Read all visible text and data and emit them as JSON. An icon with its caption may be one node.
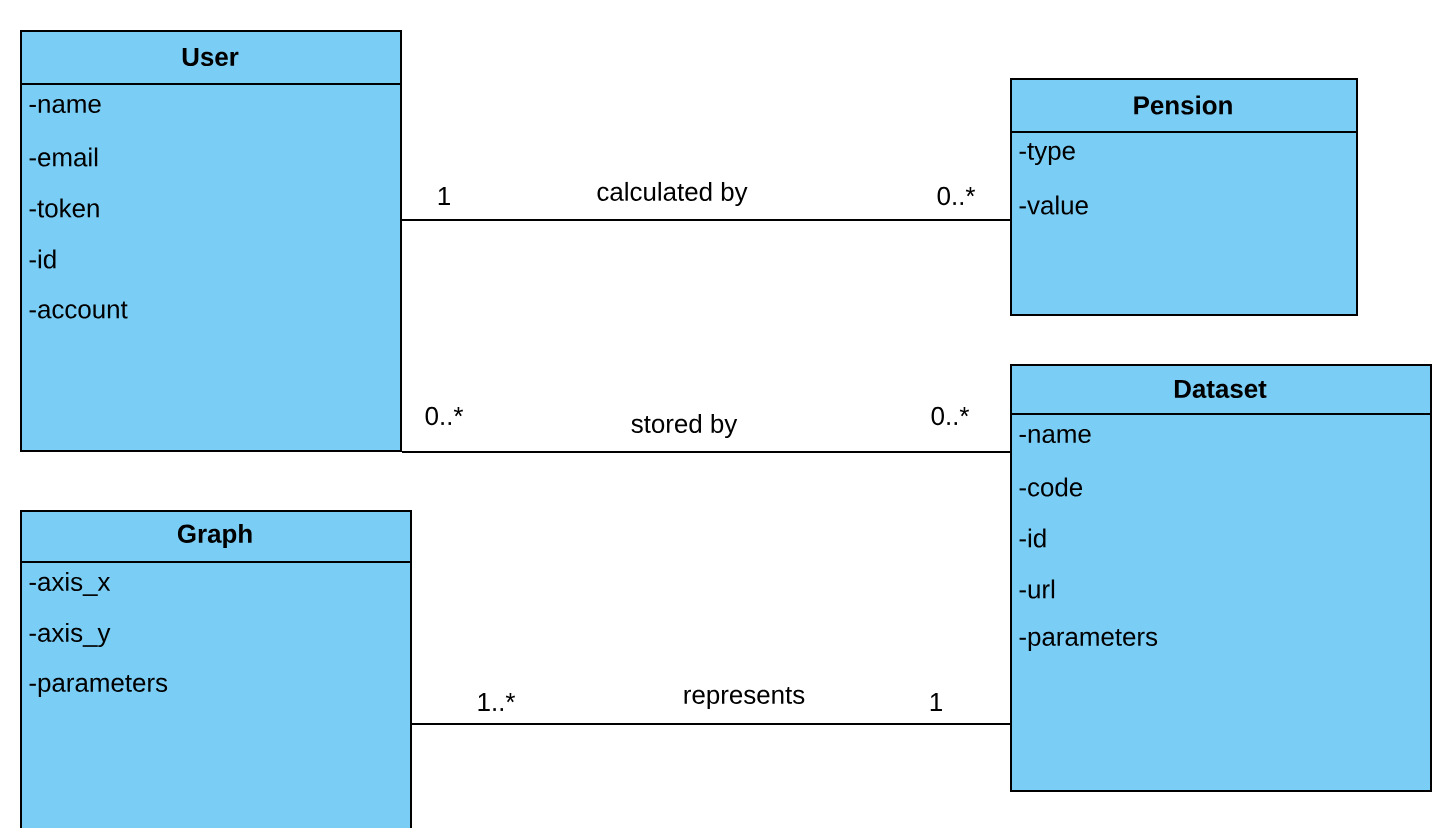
{
  "diagram": {
    "nodes": [
      {
        "text": [
          "User",
          "-name",
          "-email",
          "-token",
          "-id",
          "-account"
        ]
      },
      {
        "text": [
          "Pension",
          "-type",
          "-value"
        ]
      },
      {
        "text": [
          "Dataset",
          "-name",
          "-code",
          "-id",
          "-url",
          "-parameters"
        ]
      },
      {
        "text": [
          "Graph",
          "-axis_x",
          "-axis_y",
          "-parameters"
        ]
      }
    ],
    "edges": [
      {
        "from": 0,
        "to": 1,
        "arrow": "none",
        "label": "calculated by"
      },
      {
        "from": 0,
        "to": 2,
        "arrow": "none",
        "label": "stored by"
      },
      {
        "from": 3,
        "to": 2,
        "arrow": "none",
        "label": "represents"
      }
    ],
    "labels": [
      "1",
      "0..*",
      "0..*",
      "0..*",
      "1..*",
      "1"
    ]
  }
}
